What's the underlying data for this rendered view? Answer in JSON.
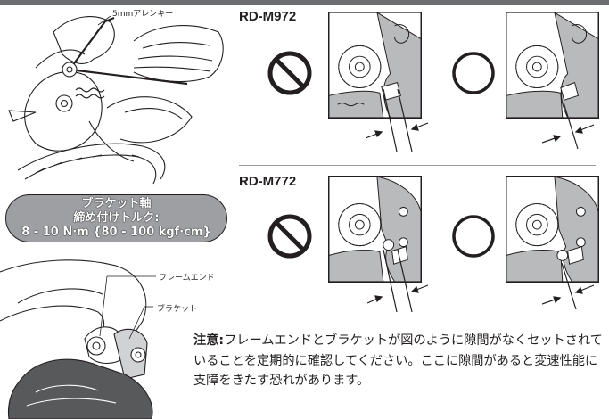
{
  "callouts": {
    "allen_key": "5mmアレンキー",
    "frame_end": "フレームエンド",
    "bracket": "ブラケット"
  },
  "torque_box": {
    "line1": "ブラケット軸",
    "line2": "締め付けトルク:",
    "line3": "8 - 10 N·m {80 - 100 kgf·cm}"
  },
  "models": {
    "top": "RD-M972",
    "bottom": "RD-M772"
  },
  "symbols": {
    "wrong": "prohibited-icon",
    "correct": "circle-ok-icon"
  },
  "note": {
    "label": "注意:",
    "text": "フレームエンドとブラケットが図のように隙間がなくセットされていることを定期的に確認してください。ここに隙間があると変速性能に支障をきたす恐れがあります。"
  },
  "colors": {
    "line": "#231f20",
    "shade": "#b9babc",
    "pill": "#9d9fa2",
    "bar": "#6d6e71"
  }
}
